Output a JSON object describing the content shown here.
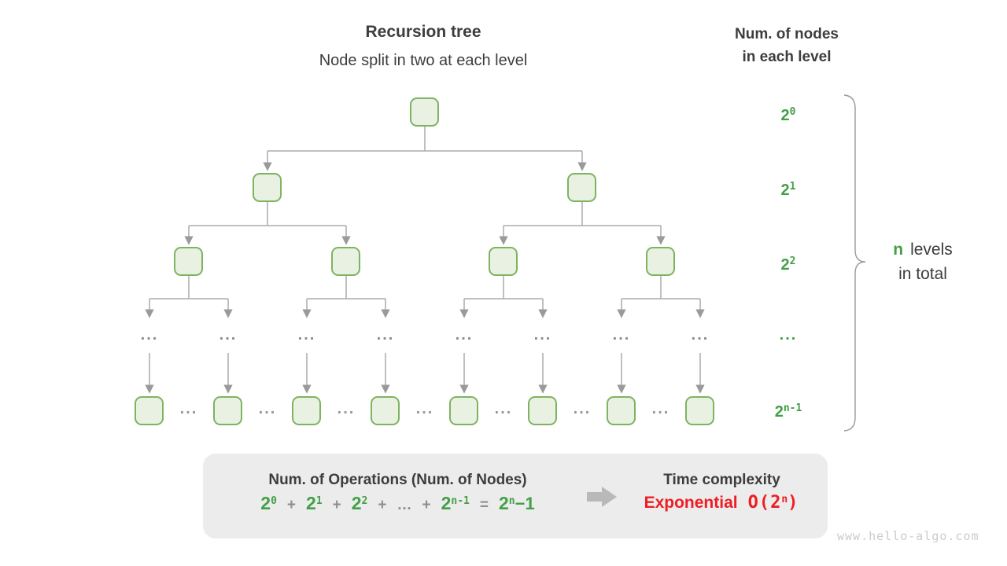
{
  "header": {
    "title": "Recursion tree",
    "subtitle": "Node split in two at each level"
  },
  "right_header": {
    "line1": "Num. of nodes",
    "line2": "in each level"
  },
  "levels_column": {
    "labels": [
      {
        "base": "2",
        "sup": "0"
      },
      {
        "base": "2",
        "sup": "1"
      },
      {
        "base": "2",
        "sup": "2"
      },
      {
        "text": "..."
      },
      {
        "base": "2",
        "sup": "n-1"
      }
    ]
  },
  "brace_note": {
    "n": "n",
    "levels_word": "levels",
    "line2": "in total"
  },
  "tree": {
    "ellipsis": "..."
  },
  "summary_box": {
    "left_title": "Num. of Operations (Num. of Nodes)",
    "formula_tokens": [
      {
        "type": "pow",
        "base": "2",
        "sup": "0"
      },
      {
        "type": "op",
        "text": "+"
      },
      {
        "type": "pow",
        "base": "2",
        "sup": "1"
      },
      {
        "type": "op",
        "text": "+"
      },
      {
        "type": "pow",
        "base": "2",
        "sup": "2"
      },
      {
        "type": "op",
        "text": "+"
      },
      {
        "type": "op",
        "text": "…"
      },
      {
        "type": "op",
        "text": "+"
      },
      {
        "type": "pow",
        "base": "2",
        "sup": "n-1"
      },
      {
        "type": "op",
        "text": "="
      },
      {
        "type": "pow",
        "base": "2",
        "sup": "n",
        "post": "−1"
      }
    ],
    "right_title": "Time complexity",
    "exponential_label": "Exponential",
    "big_o": {
      "pre": "O(2",
      "sup": "n",
      "post": ")"
    }
  },
  "watermark": "www.hello-algo.com",
  "colors": {
    "green": "#43a047",
    "node_fill": "#e9f1e3",
    "node_stroke": "#7eb360",
    "line_gray": "#ababab",
    "dots_gray": "#8e8e8e",
    "red": "#ee1d23",
    "box_bg": "#ececec",
    "text_dark": "#3d3d3d",
    "watermark_gray": "#cbcbcb"
  }
}
